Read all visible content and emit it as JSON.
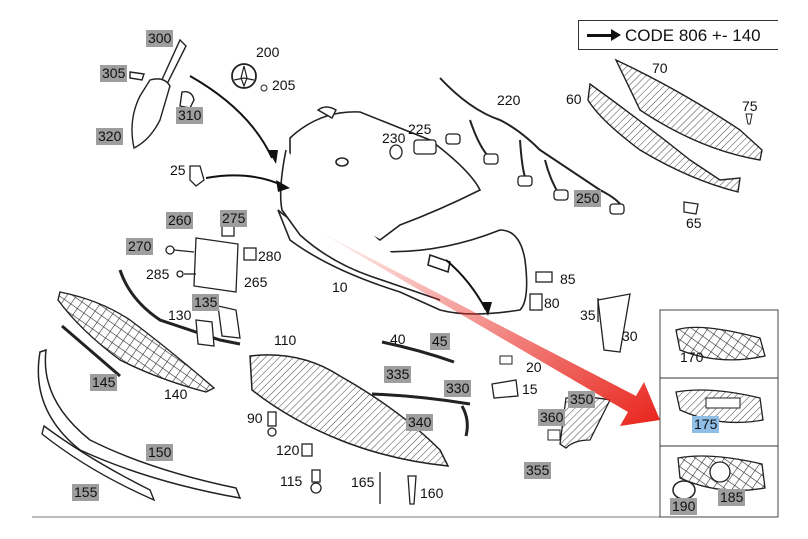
{
  "code_box": {
    "text": "CODE 806 +- 140"
  },
  "parts": [
    {
      "id": "p300",
      "num": "300",
      "hl": true
    },
    {
      "id": "p305",
      "num": "305",
      "hl": true
    },
    {
      "id": "p310",
      "num": "310",
      "hl": true
    },
    {
      "id": "p320",
      "num": "320",
      "hl": true
    },
    {
      "id": "p200",
      "num": "200",
      "hl": false
    },
    {
      "id": "p205",
      "num": "205",
      "hl": false
    },
    {
      "id": "p25",
      "num": "25",
      "hl": false
    },
    {
      "id": "p260",
      "num": "260",
      "hl": true
    },
    {
      "id": "p275",
      "num": "275",
      "hl": true
    },
    {
      "id": "p270",
      "num": "270",
      "hl": true
    },
    {
      "id": "p280",
      "num": "280",
      "hl": false
    },
    {
      "id": "p285",
      "num": "285",
      "hl": false
    },
    {
      "id": "p265",
      "num": "265",
      "hl": false
    },
    {
      "id": "p10",
      "num": "10",
      "hl": false
    },
    {
      "id": "p135",
      "num": "135",
      "hl": true
    },
    {
      "id": "p130",
      "num": "130",
      "hl": false
    },
    {
      "id": "p110",
      "num": "110",
      "hl": false
    },
    {
      "id": "p145",
      "num": "145",
      "hl": true
    },
    {
      "id": "p140",
      "num": "140",
      "hl": false
    },
    {
      "id": "p150",
      "num": "150",
      "hl": true
    },
    {
      "id": "p155",
      "num": "155",
      "hl": true
    },
    {
      "id": "p90",
      "num": "90",
      "hl": false
    },
    {
      "id": "p120",
      "num": "120",
      "hl": false
    },
    {
      "id": "p115",
      "num": "115",
      "hl": false
    },
    {
      "id": "p165",
      "num": "165",
      "hl": false
    },
    {
      "id": "p160",
      "num": "160",
      "hl": false
    },
    {
      "id": "p40",
      "num": "40",
      "hl": false
    },
    {
      "id": "p45",
      "num": "45",
      "hl": true
    },
    {
      "id": "p335",
      "num": "335",
      "hl": true
    },
    {
      "id": "p330",
      "num": "330",
      "hl": true
    },
    {
      "id": "p340",
      "num": "340",
      "hl": true
    },
    {
      "id": "p20",
      "num": "20",
      "hl": false
    },
    {
      "id": "p15",
      "num": "15",
      "hl": false
    },
    {
      "id": "p360",
      "num": "360",
      "hl": true
    },
    {
      "id": "p350",
      "num": "350",
      "hl": true
    },
    {
      "id": "p355",
      "num": "355",
      "hl": true
    },
    {
      "id": "p230",
      "num": "230",
      "hl": false
    },
    {
      "id": "p225",
      "num": "225",
      "hl": false
    },
    {
      "id": "p220",
      "num": "220",
      "hl": false
    },
    {
      "id": "p250",
      "num": "250",
      "hl": true
    },
    {
      "id": "p65",
      "num": "65",
      "hl": false
    },
    {
      "id": "p70",
      "num": "70",
      "hl": false
    },
    {
      "id": "p60",
      "num": "60",
      "hl": false
    },
    {
      "id": "p75",
      "num": "75",
      "hl": false
    },
    {
      "id": "p85",
      "num": "85",
      "hl": false
    },
    {
      "id": "p80",
      "num": "80",
      "hl": false
    },
    {
      "id": "p35",
      "num": "35",
      "hl": false
    },
    {
      "id": "p30",
      "num": "30",
      "hl": false
    },
    {
      "id": "p170",
      "num": "170",
      "hl": false
    },
    {
      "id": "p175",
      "num": "175",
      "hl": "blue"
    },
    {
      "id": "p190",
      "num": "190",
      "hl": true
    },
    {
      "id": "p185",
      "num": "185",
      "hl": true
    }
  ],
  "colors": {
    "highlight": "#9e9e9e",
    "highlight_blue": "#8fbfe6",
    "arrow_red": "#e8241c",
    "line": "#222222"
  }
}
